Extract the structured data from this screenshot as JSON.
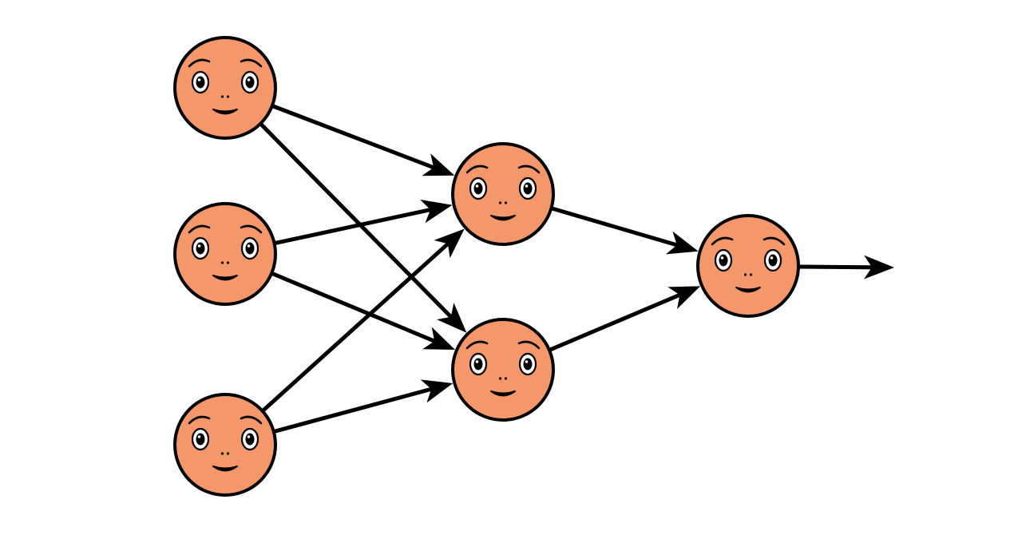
{
  "diagram": {
    "type": "feed-forward-network",
    "layers": [
      {
        "name": "input",
        "node_count": 3
      },
      {
        "name": "hidden",
        "node_count": 2
      },
      {
        "name": "output",
        "node_count": 1
      }
    ],
    "connectivity": "fully-connected",
    "has_output_arrow": true,
    "node_style": "smiley-face",
    "colors": {
      "node_fill": "#F4976A",
      "outline": "#000000",
      "eye_white": "#FFFFFF",
      "arrow": "#000000"
    },
    "icons": [
      "smiley-face-icon",
      "arrow-icon"
    ]
  }
}
